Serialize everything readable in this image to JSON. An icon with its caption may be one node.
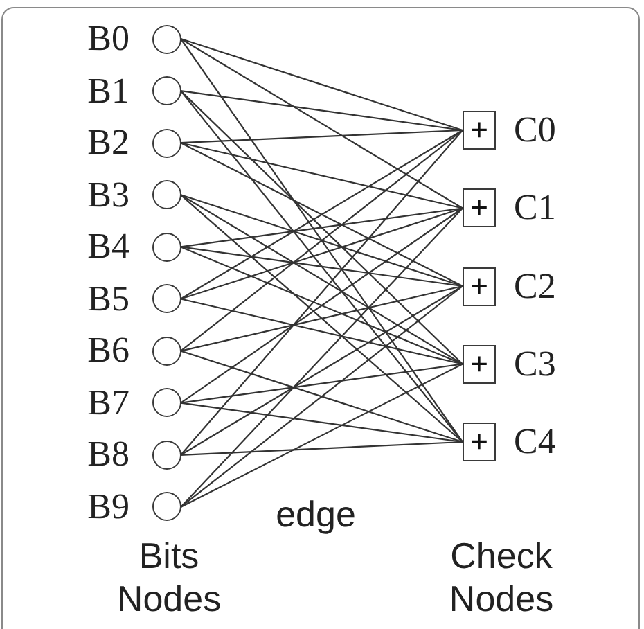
{
  "diagram": {
    "nodes": [
      {
        "text": [],
        "shape": "circle",
        "beside": [
          "B0"
        ]
      },
      {
        "text": [],
        "shape": "circle",
        "beside": [
          "B1"
        ]
      },
      {
        "text": [],
        "shape": "circle",
        "beside": [
          "B2"
        ]
      },
      {
        "text": [],
        "shape": "circle",
        "beside": [
          "B3"
        ]
      },
      {
        "text": [],
        "shape": "circle",
        "beside": [
          "B4"
        ]
      },
      {
        "text": [],
        "shape": "circle",
        "beside": [
          "B5"
        ]
      },
      {
        "text": [],
        "shape": "circle",
        "beside": [
          "B6"
        ]
      },
      {
        "text": [],
        "shape": "circle",
        "beside": [
          "B7"
        ]
      },
      {
        "text": [],
        "shape": "circle",
        "beside": [
          "B8"
        ]
      },
      {
        "text": [],
        "shape": "circle",
        "beside": [
          "B9"
        ]
      },
      {
        "text": [
          "+"
        ],
        "beside": [
          "C0"
        ]
      },
      {
        "text": [
          "+"
        ],
        "beside": [
          "C1"
        ]
      },
      {
        "text": [
          "+"
        ],
        "beside": [
          "C2"
        ]
      },
      {
        "text": [
          "+"
        ],
        "beside": [
          "C3"
        ]
      },
      {
        "text": [
          "+"
        ],
        "beside": [
          "C4"
        ]
      }
    ],
    "edges": [
      {
        "from": 0,
        "to": 10,
        "arrow": "none"
      },
      {
        "from": 0,
        "to": 11,
        "arrow": "none"
      },
      {
        "from": 0,
        "to": 14,
        "arrow": "none"
      },
      {
        "from": 1,
        "to": 10,
        "arrow": "none"
      },
      {
        "from": 1,
        "to": 13,
        "arrow": "none"
      },
      {
        "from": 1,
        "to": 14,
        "arrow": "none"
      },
      {
        "from": 2,
        "to": 10,
        "arrow": "none"
      },
      {
        "from": 2,
        "to": 11,
        "arrow": "none"
      },
      {
        "from": 2,
        "to": 12,
        "arrow": "none"
      },
      {
        "from": 3,
        "to": 12,
        "arrow": "none"
      },
      {
        "from": 3,
        "to": 13,
        "arrow": "none"
      },
      {
        "from": 3,
        "to": 14,
        "arrow": "none"
      },
      {
        "from": 4,
        "to": 11,
        "arrow": "none"
      },
      {
        "from": 4,
        "to": 12,
        "arrow": "none"
      },
      {
        "from": 4,
        "to": 13,
        "arrow": "none"
      },
      {
        "from": 5,
        "to": 10,
        "arrow": "none"
      },
      {
        "from": 5,
        "to": 11,
        "arrow": "none"
      },
      {
        "from": 5,
        "to": 13,
        "arrow": "none"
      },
      {
        "from": 6,
        "to": 10,
        "arrow": "none"
      },
      {
        "from": 6,
        "to": 12,
        "arrow": "none"
      },
      {
        "from": 6,
        "to": 14,
        "arrow": "none"
      },
      {
        "from": 7,
        "to": 11,
        "arrow": "none"
      },
      {
        "from": 7,
        "to": 13,
        "arrow": "none"
      },
      {
        "from": 7,
        "to": 14,
        "arrow": "none"
      },
      {
        "from": 8,
        "to": 10,
        "arrow": "none"
      },
      {
        "from": 8,
        "to": 12,
        "arrow": "none"
      },
      {
        "from": 8,
        "to": 14,
        "arrow": "none"
      },
      {
        "from": 9,
        "to": 11,
        "arrow": "none"
      },
      {
        "from": 9,
        "to": 12,
        "arrow": "none"
      },
      {
        "from": 9,
        "to": 13,
        "arrow": "none"
      }
    ],
    "labels": [
      "edge",
      "Bits Nodes",
      "Check Nodes"
    ]
  }
}
